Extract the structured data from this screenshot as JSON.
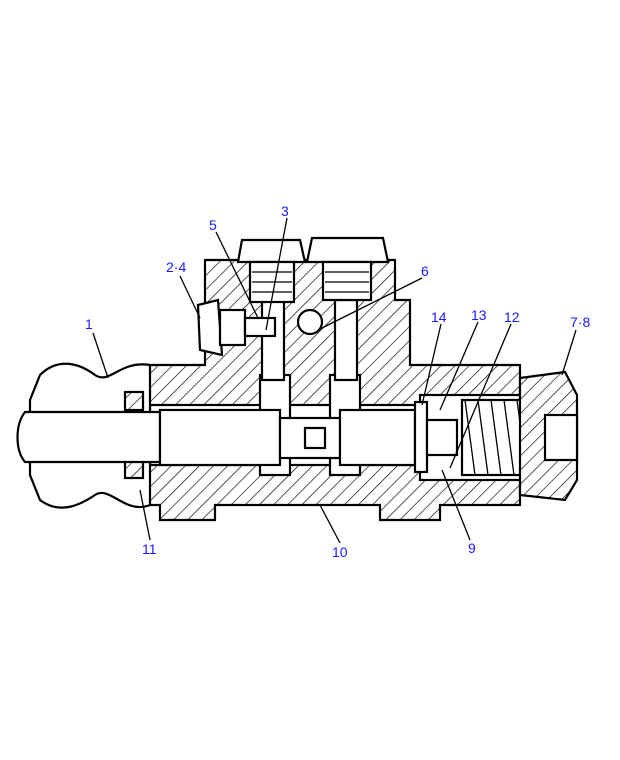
{
  "diagram": {
    "type": "cross-section parts diagram",
    "label_color": "#1a1aff",
    "callouts": [
      {
        "id": "c1",
        "text": "1"
      },
      {
        "id": "c2",
        "text": "2·4"
      },
      {
        "id": "c5",
        "text": "5"
      },
      {
        "id": "c3",
        "text": "3"
      },
      {
        "id": "c6",
        "text": "6"
      },
      {
        "id": "c14",
        "text": "14"
      },
      {
        "id": "c13",
        "text": "13"
      },
      {
        "id": "c12",
        "text": "12"
      },
      {
        "id": "c7",
        "text": "7·8"
      },
      {
        "id": "c11",
        "text": "11"
      },
      {
        "id": "c10",
        "text": "10"
      },
      {
        "id": "c9",
        "text": "9"
      }
    ]
  }
}
